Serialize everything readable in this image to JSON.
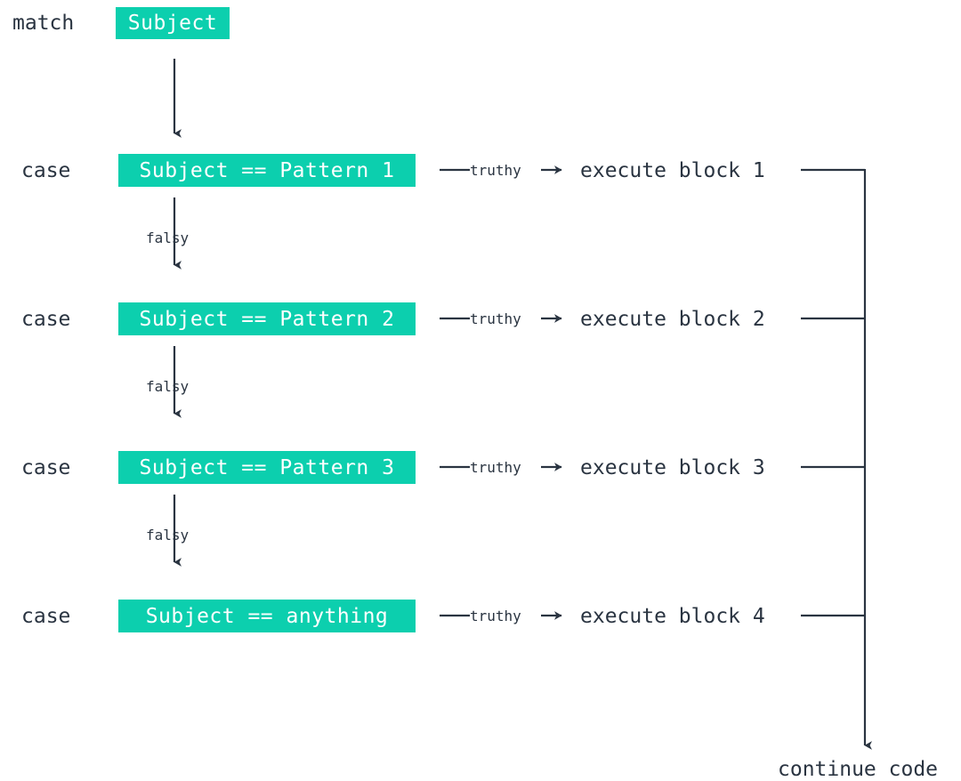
{
  "diagram": {
    "title": "match-case control flow",
    "colors": {
      "box_fill": "#0ccfae",
      "box_text": "#ffffff",
      "ink": "#2a3441",
      "background": "#ffffff"
    },
    "keywords": {
      "match": "match",
      "case": "case"
    },
    "subject": {
      "label": "Subject"
    },
    "edge_labels": {
      "truthy": "truthy",
      "falsy": "falsy"
    },
    "rows": [
      {
        "keyword": "case",
        "condition": "Subject == Pattern 1",
        "truthy_label": "truthy",
        "action": "execute block 1",
        "falsy_label": "falsy"
      },
      {
        "keyword": "case",
        "condition": "Subject == Pattern 2",
        "truthy_label": "truthy",
        "action": "execute block 2",
        "falsy_label": "falsy"
      },
      {
        "keyword": "case",
        "condition": "Subject == Pattern 3",
        "truthy_label": "truthy",
        "action": "execute block 3",
        "falsy_label": "falsy"
      },
      {
        "keyword": "case",
        "condition": "Subject == anything",
        "truthy_label": "truthy",
        "action": "execute block 4",
        "falsy_label": ""
      }
    ],
    "exit": {
      "label": "continue code"
    }
  }
}
